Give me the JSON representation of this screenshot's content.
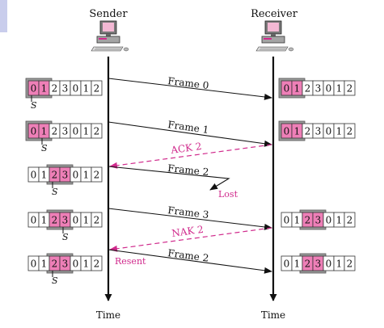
{
  "header": {
    "sender": "Sender",
    "receiver": "Receiver"
  },
  "footer": {
    "time_left": "Time",
    "time_right": "Time"
  },
  "colors": {
    "frame_arrow": "#111111",
    "control_arrow": "#d02a8c",
    "control_text": "#d02a8c",
    "window_fill": "#ee7fb7",
    "window_frame": "#9a9a9a",
    "timeline": "#111111"
  },
  "icons": {
    "sender_computer": "desktop-computer-icon",
    "receiver_computer": "desktop-computer-icon"
  },
  "windows": {
    "sequence": [
      "0",
      "1",
      "2",
      "3",
      "0",
      "1",
      "2"
    ],
    "sender": [
      {
        "window_start": 0,
        "window_size": 2,
        "pointer": "S",
        "pointer_index": 0
      },
      {
        "window_start": 0,
        "window_size": 2,
        "pointer": "S",
        "pointer_index": 1
      },
      {
        "window_start": 2,
        "window_size": 2,
        "pointer": "S",
        "pointer_index": 2
      },
      {
        "window_start": 2,
        "window_size": 2,
        "pointer": "S",
        "pointer_index": 3
      },
      {
        "window_start": 2,
        "window_size": 2,
        "pointer": "S",
        "pointer_index": 2
      }
    ],
    "receiver": [
      {
        "window_start": 0,
        "window_size": 2,
        "highlight_count": 2
      },
      {
        "window_start": 0,
        "window_size": 2,
        "highlight_count": 2
      },
      {
        "window_start": 2,
        "window_size": 2,
        "highlight_count": 2
      },
      {
        "window_start": 2,
        "window_size": 2,
        "highlight_count": 2
      }
    ]
  },
  "messages": {
    "frame0": "Frame 0",
    "frame1": "Frame 1",
    "ack2": "ACK 2",
    "frame2": "Frame 2",
    "lost": "Lost",
    "frame3": "Frame 3",
    "nak2": "NAK 2",
    "frame2_resent": "Frame 2",
    "resent": "Resent"
  }
}
